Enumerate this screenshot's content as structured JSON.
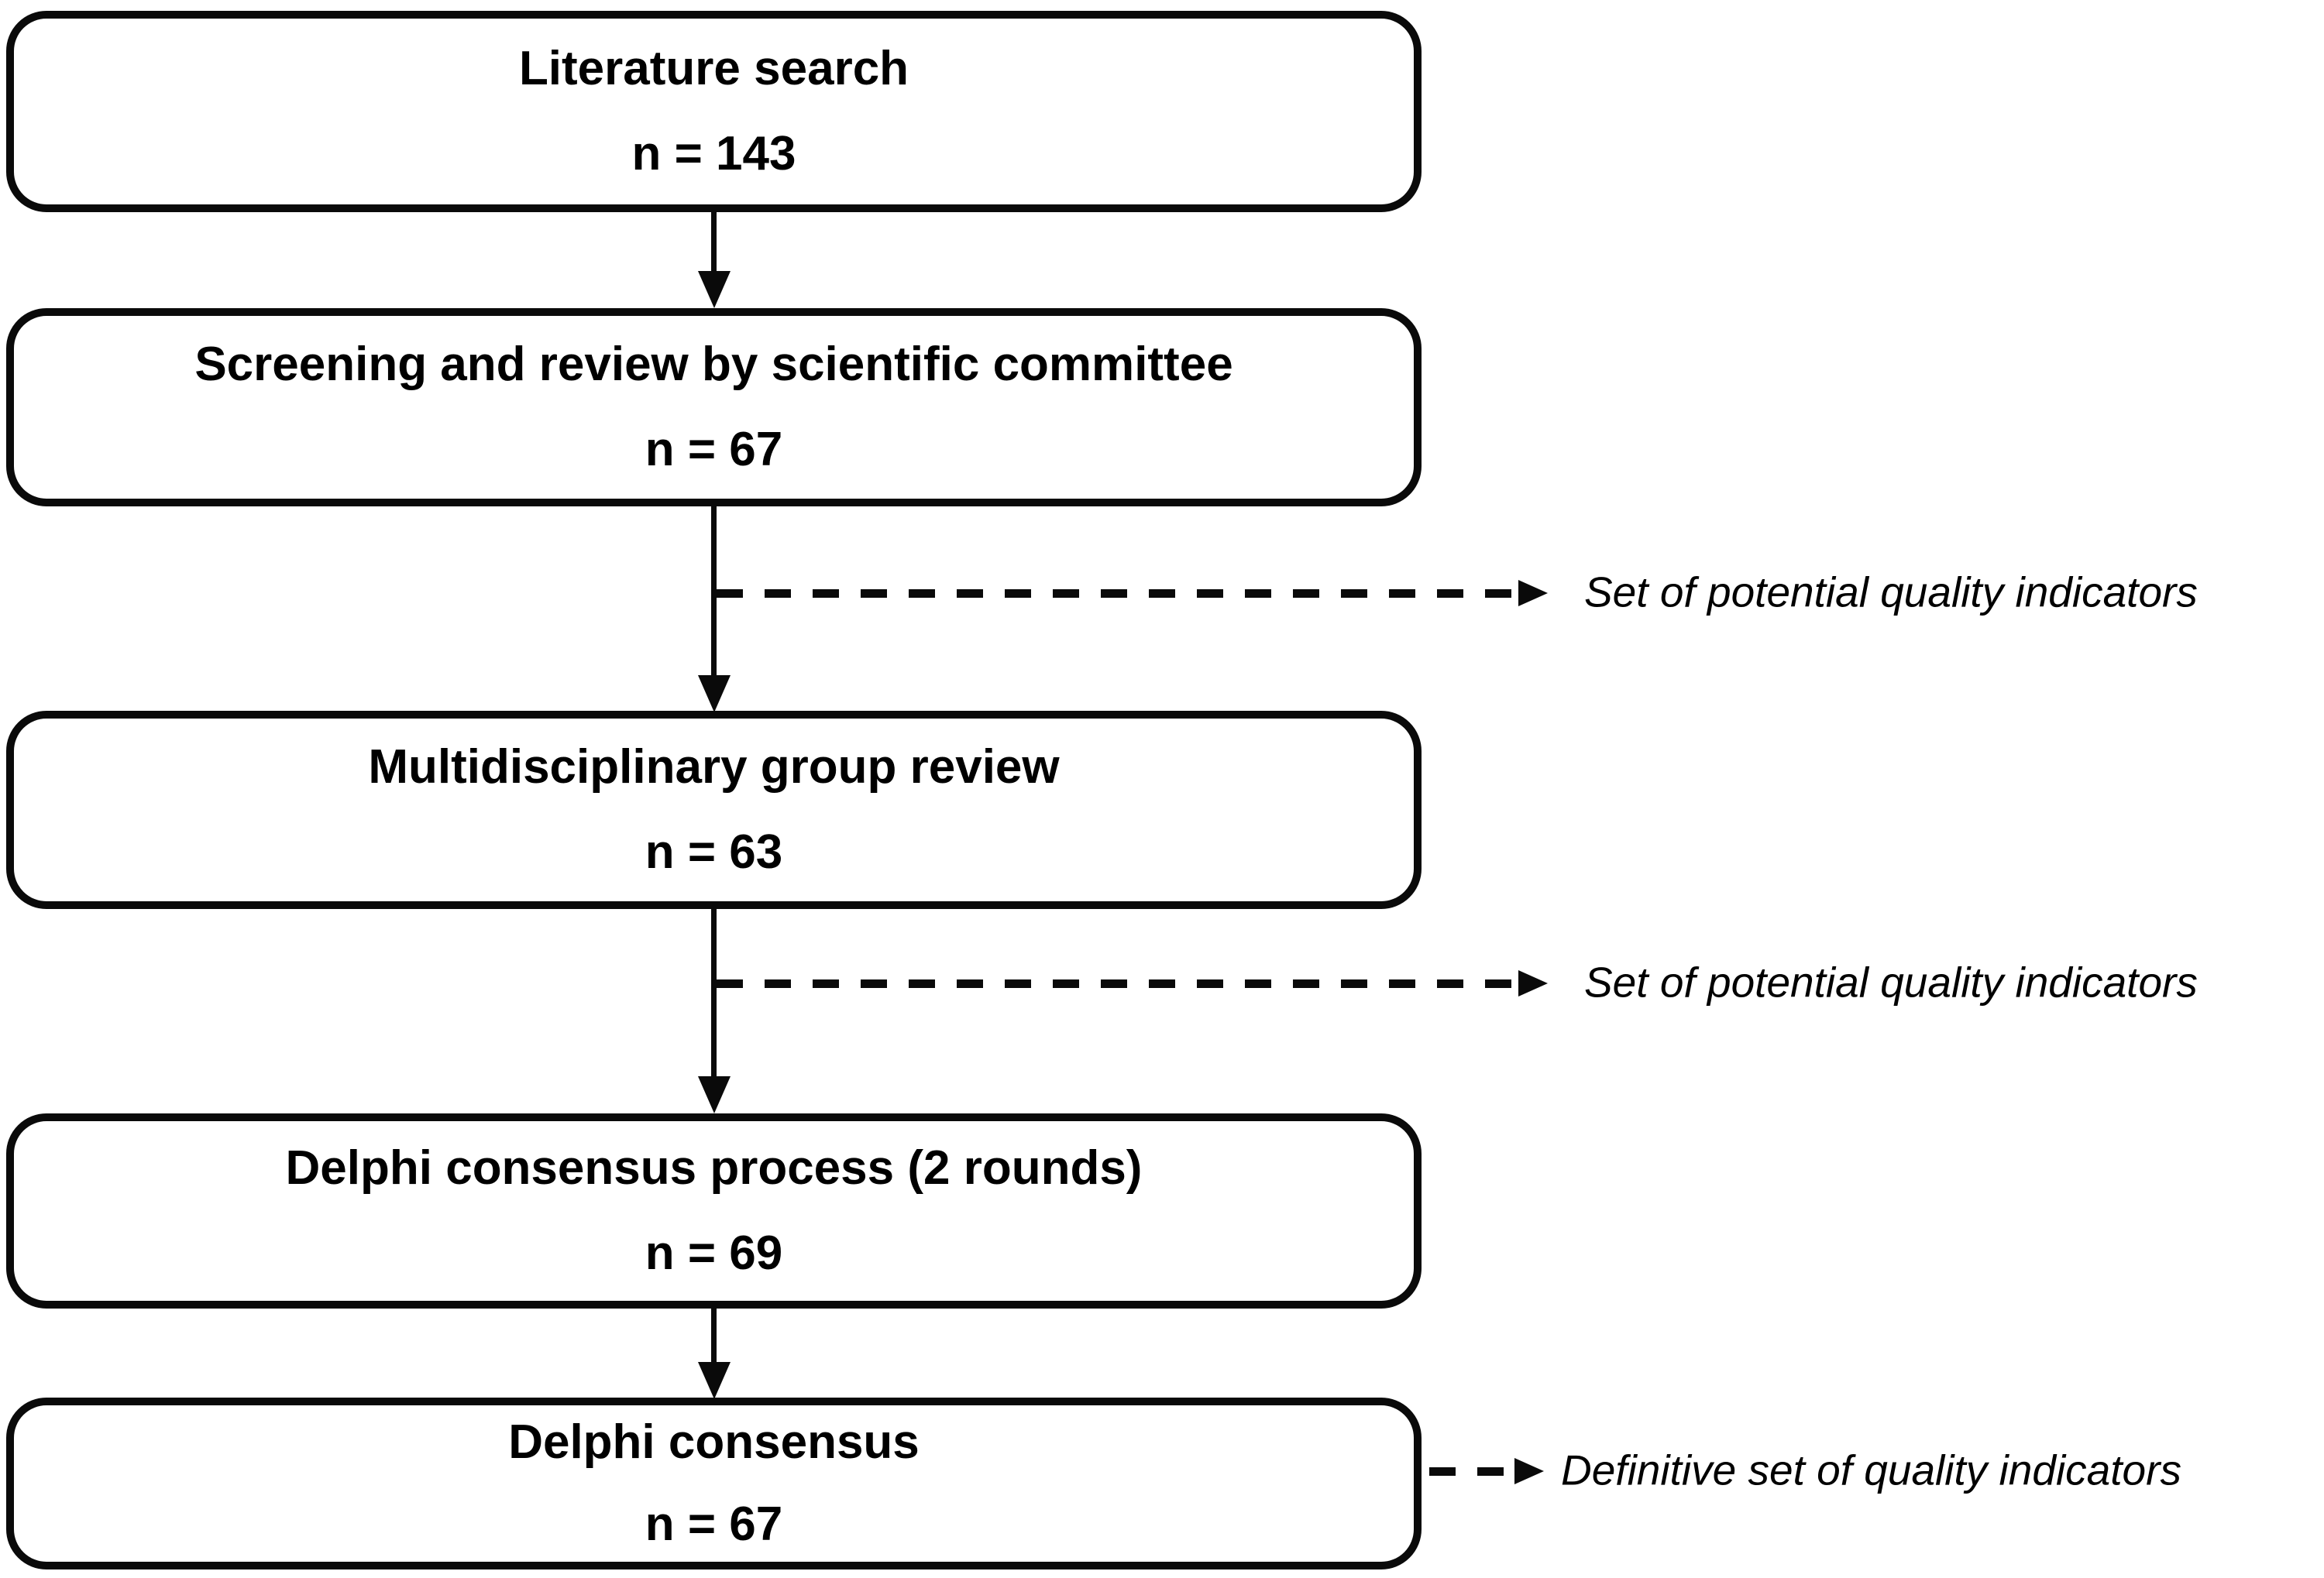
{
  "diagram": {
    "background_color": "#ffffff",
    "line_color": "#0a0a0a",
    "boxes": [
      {
        "title": "Literature search",
        "count": "n = 143"
      },
      {
        "title": "Screening and review by scientific committee",
        "count": "n = 67"
      },
      {
        "title": "Multidisciplinary group review",
        "count": "n = 63"
      },
      {
        "title": "Delphi consensus process (2 rounds)",
        "count": "n = 69"
      },
      {
        "title": "Delphi consensus",
        "count": "n = 67"
      }
    ],
    "side_labels": [
      {
        "text": "Set of potential quality indicators"
      },
      {
        "text": "Set of potential quality indicators"
      },
      {
        "text": "Definitive set of quality indicators"
      }
    ]
  }
}
